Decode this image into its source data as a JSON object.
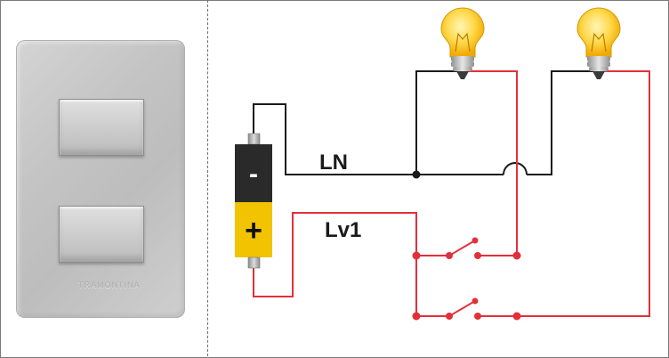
{
  "panel": {
    "brand_text": "TRAMONTINA"
  },
  "diagram": {
    "labels": {
      "neutral": "LN",
      "live": "Lv1"
    },
    "battery": {
      "negative_symbol": "-",
      "positive_symbol": "+"
    },
    "colors": {
      "neutral_wire": "#1a1a1a",
      "live_wire": "#e2303a",
      "battery_negative": "#2a2a2a",
      "battery_positive": "#f2c300",
      "bulb_glass": "#ffd84a",
      "bulb_base": "#b9b9b9"
    }
  }
}
